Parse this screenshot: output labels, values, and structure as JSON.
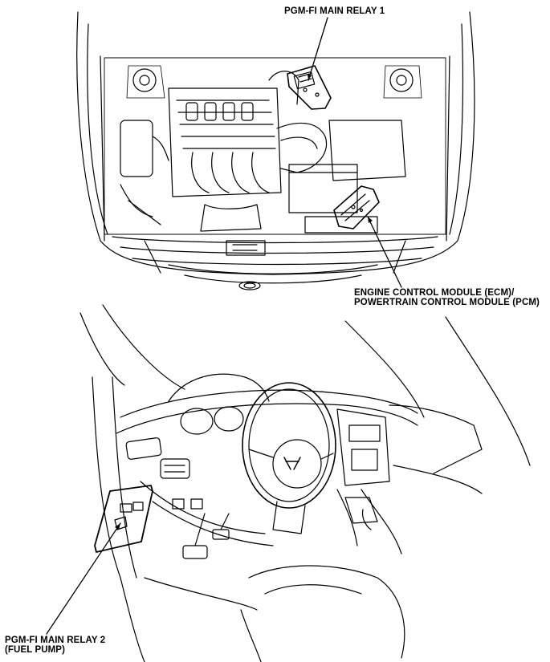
{
  "callouts": {
    "relay1": "PGM-FI MAIN RELAY 1",
    "ecm_line1": "ENGINE CONTROL MODULE (ECM)/",
    "ecm_line2": "POWERTRAIN CONTROL MODULE (PCM)",
    "relay2_line1": "PGM-FI MAIN RELAY 2",
    "relay2_line2": "(FUEL PUMP)"
  },
  "colors": {
    "ink": "#000000",
    "paper": "#ffffff"
  }
}
